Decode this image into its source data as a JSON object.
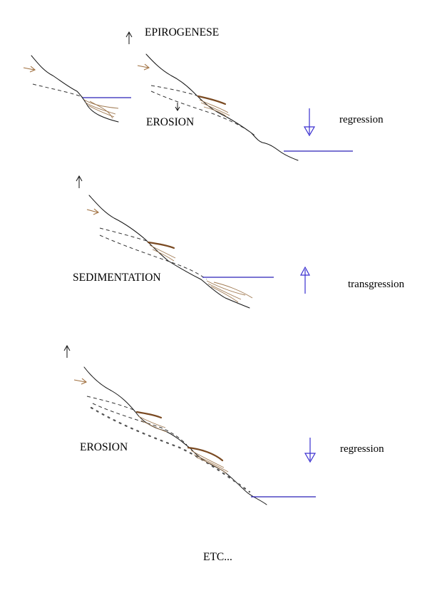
{
  "labels": {
    "epirogenese": "EPIROGENESE",
    "erosion_1": "EROSION",
    "regression_1": "regression",
    "sedimentation": "SEDIMENTATION",
    "transgression": "transgression",
    "erosion_2": "EROSION",
    "regression_2": "regression",
    "etc": "ETC..."
  },
  "colors": {
    "sea_level": "#2a20b8",
    "sediment": "#a07a52",
    "sediment_top": "#7a4a22",
    "profile": "#111111"
  },
  "icons": {
    "uplift": "up-arrow-icon",
    "sea_fall": "down-arrow-icon",
    "sea_rise": "up-arrow-icon",
    "flow": "flow-arrow-icon"
  }
}
